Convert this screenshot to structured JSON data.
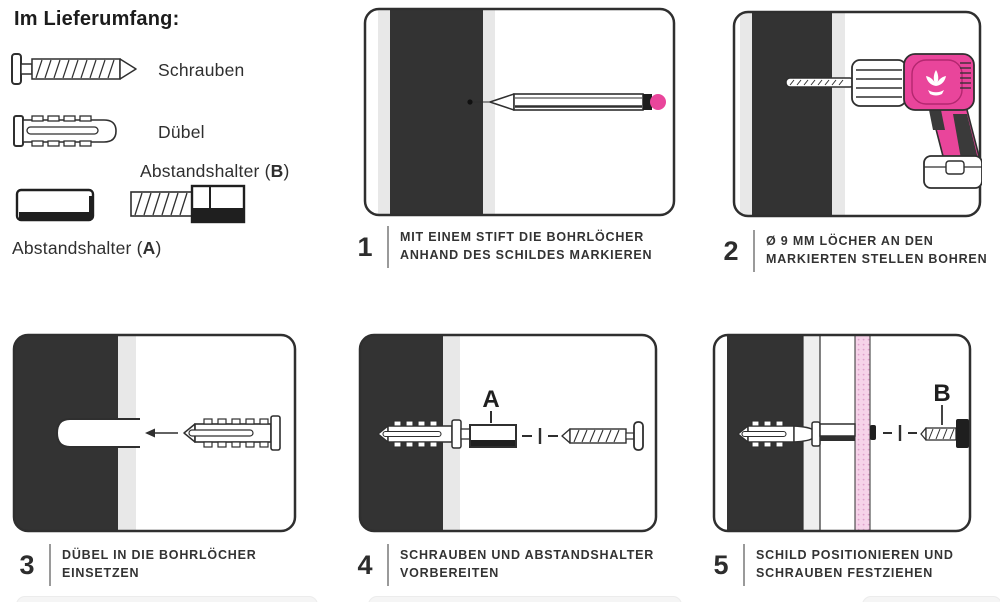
{
  "legend": {
    "title": "Im Lieferumfang:",
    "items": {
      "screws": {
        "label": "Schrauben"
      },
      "dowels": {
        "label": "Dübel"
      },
      "spacer_b": {
        "prefix": "Abstandshalter (",
        "letter": "B",
        "suffix": ")"
      },
      "spacer_a": {
        "prefix": "Abstandshalter (",
        "letter": "A",
        "suffix": ")"
      }
    }
  },
  "steps": [
    {
      "number": "1",
      "line1": "MIT EINEM STIFT DIE BOHRLÖCHER",
      "line2": "ANHAND DES SCHILDES MARKIEREN"
    },
    {
      "number": "2",
      "line1": "Ø 9 MM LÖCHER AN DEN",
      "line2": "MARKIERTEN STELLEN BOHREN"
    },
    {
      "number": "3",
      "line1": "DÜBEL IN DIE BOHRLÖCHER",
      "line2": "EINSETZEN"
    },
    {
      "number": "4",
      "line1": "SCHRAUBEN UND ABSTANDSHALTER",
      "line2": "VORBEREITEN"
    },
    {
      "number": "5",
      "line1": "SCHILD POSITIONIEREN UND",
      "line2": "SCHRAUBEN FESTZIEHEN"
    }
  ],
  "part_labels": {
    "spacer_a": "A",
    "spacer_b": "B"
  },
  "colors": {
    "accent_pink": "#e9459b",
    "sign_pink": "#f6d3e9",
    "sign_dot": "#dfa0cb",
    "wall_dark": "#333333",
    "wall_light": "#e8e8e8",
    "stroke_dark": "#2f2f2f",
    "text_dark": "#2d2d2d"
  }
}
